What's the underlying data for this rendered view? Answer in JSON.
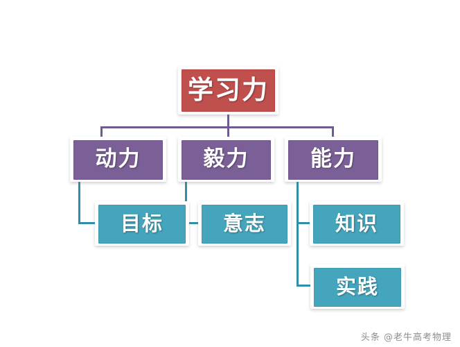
{
  "diagram": {
    "title": "学习力",
    "type": "hierarchy-tree",
    "colors": {
      "root": "#c0504d",
      "level2": "#7b6097",
      "level3": "#45a5bd",
      "connector_purple": "#6f5b92",
      "connector_teal": "#2f8fa8",
      "background": "#ffffff",
      "text": "#ffffff"
    },
    "root": {
      "label": "学习力"
    },
    "level2": [
      {
        "label": "动力"
      },
      {
        "label": "毅力"
      },
      {
        "label": "能力"
      }
    ],
    "level3": [
      {
        "label": "目标",
        "parent": "动力"
      },
      {
        "label": "意志",
        "parent": "毅力"
      },
      {
        "label": "知识",
        "parent": "能力"
      },
      {
        "label": "实践",
        "parent": "能力"
      }
    ]
  },
  "watermark": {
    "text": "头条 @老牛高考物理"
  }
}
